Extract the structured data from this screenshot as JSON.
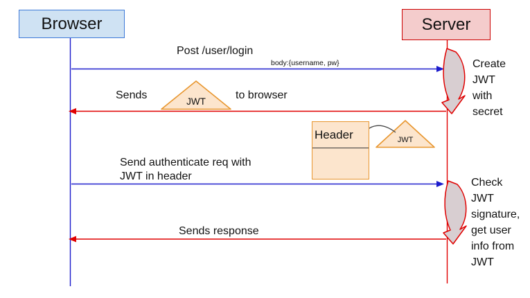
{
  "actors": {
    "browser": {
      "label": "Browser"
    },
    "server": {
      "label": "Server"
    }
  },
  "messages": {
    "post_login": {
      "label": "Post /user/login",
      "note": "body:{username, pw}"
    },
    "sends_jwt": {
      "prefix": "Sends",
      "suffix": "to browser",
      "token": "JWT"
    },
    "auth_req": {
      "label": "Send authenticate req with\nJWT in header"
    },
    "response": {
      "label": "Sends response"
    }
  },
  "annotations": {
    "create_jwt": {
      "label": "Create\nJWT\nwith\nsecret"
    },
    "check_jwt": {
      "label": "Check\nJWT\nsignature,\nget user\ninfo from\nJWT"
    }
  },
  "objects": {
    "header_box": {
      "label": "Header"
    },
    "jwt_triangle": {
      "label": "JWT"
    }
  },
  "colors": {
    "browser_fill": "#cfe2f3",
    "browser_border": "#3c78d8",
    "server_fill": "#f4cccc",
    "server_border": "#cc0000",
    "blue_line": "#1a1acc",
    "red_line": "#e00000",
    "token_fill": "#fce5cd",
    "token_border": "#e8962e"
  }
}
